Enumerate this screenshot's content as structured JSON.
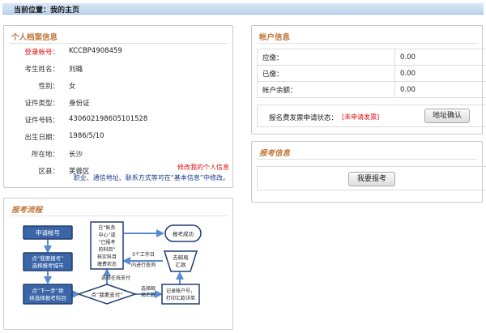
{
  "breadcrumb": {
    "text": "当前位置：我的主页"
  },
  "profile": {
    "title": "个人档案信息",
    "fields": [
      {
        "label": "登录帐号：",
        "value": "KCCBP4908459",
        "highlight": true
      },
      {
        "label": "考生姓名：",
        "value": "刘璐"
      },
      {
        "label": "性别：",
        "value": "女"
      },
      {
        "label": "证件类型：",
        "value": "身份证"
      },
      {
        "label": "证件号码：",
        "value": "430602198605101528"
      },
      {
        "label": "出生日期：",
        "value": "1986/5/10"
      },
      {
        "label": "所在地：",
        "value": "长沙"
      },
      {
        "label": "区县：",
        "value": "芙蓉区"
      }
    ],
    "edit_link": "修改我的个人信息",
    "edit_note": "职业、通信地址、联系方式等可在“基本信息”中修改。"
  },
  "account": {
    "title": "帐户信息",
    "rows": [
      {
        "label": "应缴：",
        "value": "0.00"
      },
      {
        "label": "已缴：",
        "value": "0.00"
      },
      {
        "label": "帐户余额：",
        "value": "0.00"
      }
    ],
    "invoice_label": "报名费发票申请状态：",
    "invoice_status": "[未申请发票]",
    "address_button": "地址确认"
  },
  "exam": {
    "title": "报考信息",
    "apply_button": "我要报考"
  },
  "flow": {
    "title": "报考流程",
    "steps": {
      "apply_account": "申请帐号",
      "choose_city": [
        "点“我要报考”",
        "选择报考城市"
      ],
      "next_step": [
        "点“下一步”继",
        "续选择报考科目"
      ],
      "pay": "点“我要支付”",
      "check": [
        "在“账务",
        "中心”或",
        "“已报考",
        "的科目”",
        "核实科目",
        "缴费状态"
      ],
      "success": "报考成功",
      "remit": [
        "去邮局",
        "汇款"
      ],
      "record": [
        "记录帐户号，",
        "打印汇款详单"
      ]
    },
    "labels": {
      "online_pay": "选择在线支付",
      "postal": [
        "选择邮",
        "局汇款"
      ],
      "five_days": [
        "5个工作日",
        "内进行查询"
      ]
    },
    "colors": {
      "box": "#3a66a8",
      "arrow": "#5a8ad0"
    }
  }
}
